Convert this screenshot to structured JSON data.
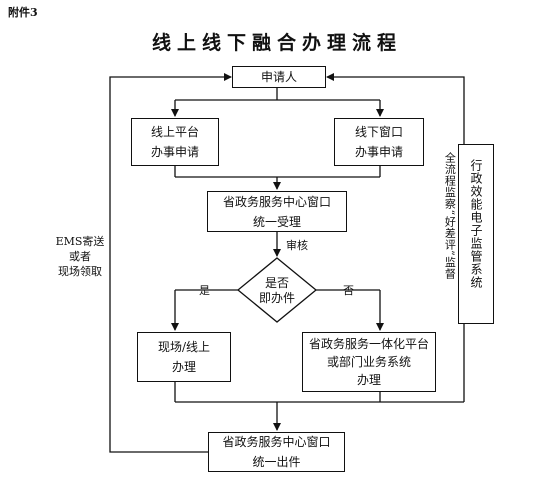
{
  "attachment": "附件3",
  "title": "线上线下融合办理流程",
  "nodes": {
    "applicant": "申请人",
    "online_apply": [
      "线上平台",
      "办事申请"
    ],
    "offline_apply": [
      "线下窗口",
      "办事申请"
    ],
    "center_accept": [
      "省政务服务中心窗口",
      "统一受理"
    ],
    "decision": [
      "是否",
      "即办件"
    ],
    "onsite": [
      "现场/线上",
      "办理"
    ],
    "platform": [
      "省政务服务一体化平台",
      "或部门业务系统",
      "办理"
    ],
    "center_issue": [
      "省政务服务中心窗口",
      "统一出件"
    ]
  },
  "edge_labels": {
    "review": "审核",
    "yes": "是",
    "no": "否",
    "delivery": [
      "EMS寄送",
      "或者",
      "现场领取"
    ]
  },
  "monitor": {
    "vertical_text": "全流程监察“好差评”监督",
    "system": "行政效能电子监管系统"
  }
}
